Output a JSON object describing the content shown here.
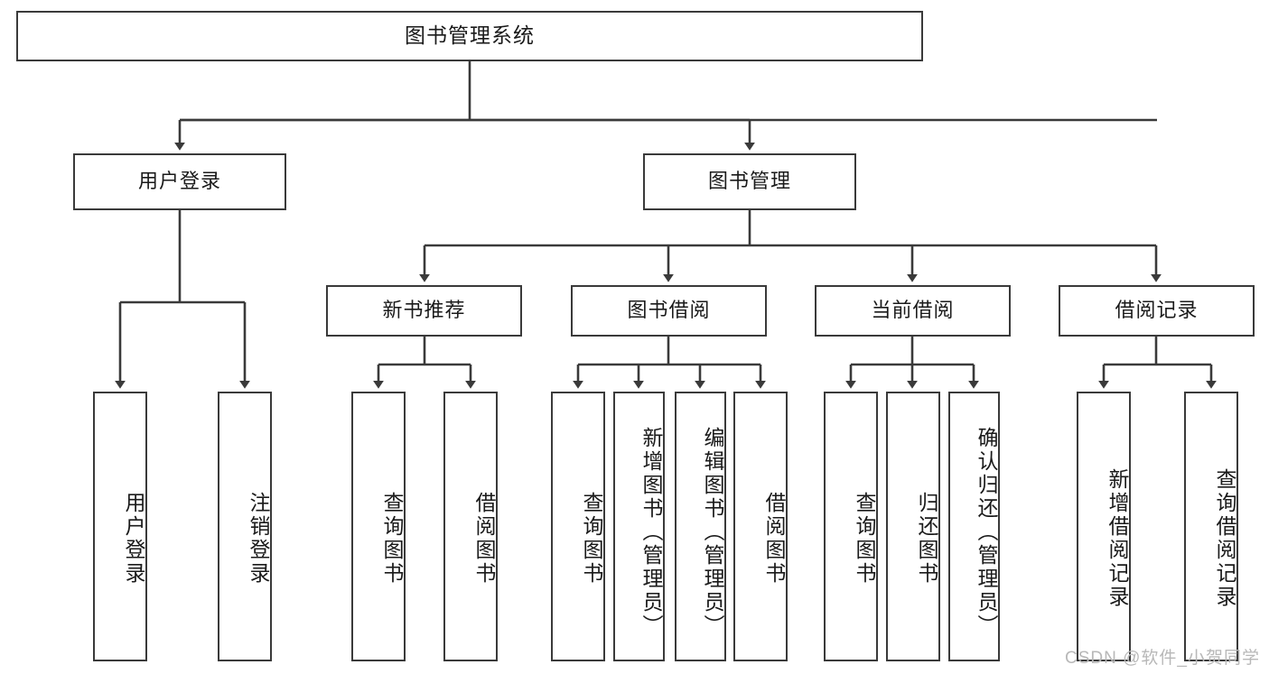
{
  "diagram": {
    "type": "tree-hierarchy",
    "title": "图书管理系统",
    "colors": {
      "stroke": "#3a3a3a",
      "text": "#1a1a1a",
      "background": "#ffffff",
      "watermark": "#b8b8b8"
    },
    "nodes": {
      "root": {
        "label": "图书管理系统"
      },
      "level2": [
        {
          "id": "user-login",
          "label": "用户登录"
        },
        {
          "id": "book-manage",
          "label": "图书管理"
        }
      ],
      "level3": [
        {
          "id": "new-book-recommend",
          "label": "新书推荐"
        },
        {
          "id": "book-borrow",
          "label": "图书借阅"
        },
        {
          "id": "current-borrow",
          "label": "当前借阅"
        },
        {
          "id": "borrow-record",
          "label": "借阅记录"
        }
      ],
      "leaves": {
        "user-login": [
          {
            "id": "leaf-user-login",
            "label": "用户登录"
          },
          {
            "id": "leaf-user-logout",
            "label": "注销登录"
          }
        ],
        "new-book-recommend": [
          {
            "id": "leaf-query-book-1",
            "label": "查询图书"
          },
          {
            "id": "leaf-borrow-book-1",
            "label": "借阅图书"
          }
        ],
        "book-borrow": [
          {
            "id": "leaf-query-book-2",
            "label": "查询图书"
          },
          {
            "id": "leaf-add-book",
            "label": "新增图书（管理员）"
          },
          {
            "id": "leaf-edit-book",
            "label": "编辑图书（管理员）"
          },
          {
            "id": "leaf-borrow-book-2",
            "label": "借阅图书"
          }
        ],
        "current-borrow": [
          {
            "id": "leaf-query-book-3",
            "label": "查询图书"
          },
          {
            "id": "leaf-return-book",
            "label": "归还图书"
          },
          {
            "id": "leaf-confirm-return",
            "label": "确认归还（管理员）"
          }
        ],
        "borrow-record": [
          {
            "id": "leaf-add-record",
            "label": "新增借阅记录"
          },
          {
            "id": "leaf-query-record",
            "label": "查询借阅记录"
          }
        ]
      }
    },
    "watermark": "CSDN @软件_小贺同学"
  }
}
